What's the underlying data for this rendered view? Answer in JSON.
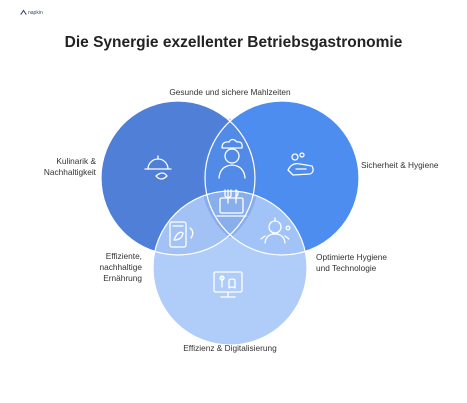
{
  "header": {
    "logo_text": "napkin",
    "title": "Die Synergie exzellenter Betriebsgastronomie"
  },
  "labels": {
    "top": "Gesunde und sichere Mahlzeiten",
    "left_1": "Kulinarik &",
    "left_2": "Nachhaltigkeit",
    "right": "Sicherheit & Hygiene",
    "mid_left_1": "Effiziente,",
    "mid_left_2": "nachhaltige",
    "mid_left_3": "Ernährung",
    "mid_right_1": "Optimierte Hygiene",
    "mid_right_2": "und Technologie",
    "bottom": "Effizienz & Digitalisierung"
  },
  "colors": {
    "circle_left": "#4f7fd6",
    "circle_right": "#4d8df0",
    "circle_bottom": "#a9c8f7",
    "icon_stroke": "#ffffff",
    "title": "#222222"
  },
  "icons": [
    "cloche-leaf-icon",
    "chef-icon",
    "hand-wash-icon",
    "laptop-cutlery-icon",
    "tablet-leaf-icon",
    "robot-hygiene-icon",
    "digital-menu-icon"
  ]
}
